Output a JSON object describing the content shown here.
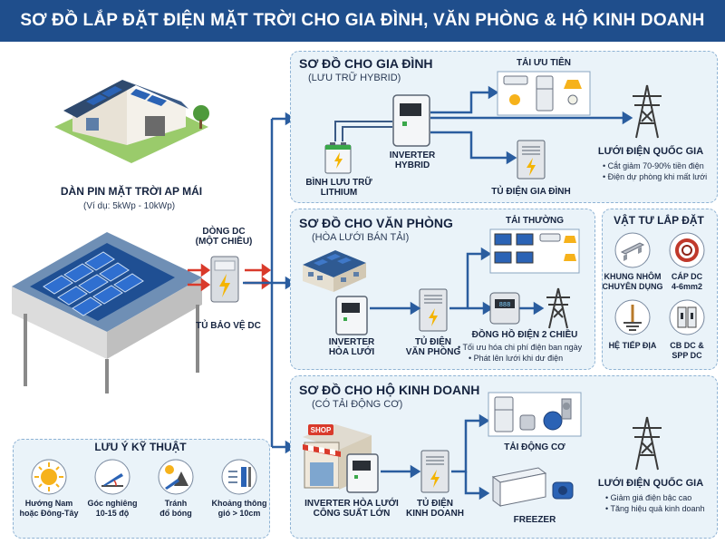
{
  "title": "SƠ ĐỒ LẮP ĐẶT ĐIỆN MẶT TRỜI CHO GIA ĐÌNH, VĂN PHÒNG & HỘ KINH DOANH",
  "left": {
    "roof_title": "DÀN PIN MẶT TRỜI AP MÁI",
    "roof_sub": "(Ví dụ: 5kWp - 10kWp)",
    "dc_line": "DÒNG DC",
    "dc_line_sub": "(MỘT CHIỀU)",
    "dc_box": "TỦ BẢO VỆ DC"
  },
  "notes": {
    "title": "LƯU Ý KỸ THUẬT",
    "items": [
      {
        "l1": "Hướng Nam",
        "l2": "hoặc Đông-Tây",
        "icon": "sun-icon"
      },
      {
        "l1": "Góc nghiêng",
        "l2": "10-15 độ",
        "icon": "tilt-icon"
      },
      {
        "l1": "Tránh",
        "l2": "đổ bóng",
        "icon": "shade-icon"
      },
      {
        "l1": "Khoảng thông",
        "l2": "gió > 10cm",
        "icon": "gap-icon"
      }
    ]
  },
  "home": {
    "title": "SƠ ĐỒ CHO GIA ĐÌNH",
    "sub": "(LƯU TRỮ HYBRID)",
    "inverter": "INVERTER HYBRID",
    "battery_l1": "BÌNH LƯU TRỮ",
    "battery_l2": "LITHIUM",
    "load": "TẢI ƯU TIÊN",
    "cabinet": "TỦ ĐIỆN GIA ĐÌNH",
    "grid": "LƯỚI ĐIỆN QUỐC GIA",
    "bullets": [
      "• Cắt giảm 70-90% tiền điện",
      "• Điện dự phòng khi mất lưới"
    ]
  },
  "office": {
    "title": "SƠ ĐỒ CHO VĂN PHÒNG",
    "sub": "(HÒA LƯỚI BÁN TẢI)",
    "load": "TẢI THƯỜNG",
    "inverter_l1": "INVERTER",
    "inverter_l2": "HÒA LƯỚI",
    "cabinet_l1": "TỦ ĐIỆN",
    "cabinet_l2": "VĂN PHÒNG",
    "meter": "ĐỒNG HỒ ĐIỆN 2 CHIỀU",
    "bullets": [
      "• Tối ưu hóa chi phí điện ban ngày",
      "• Phát lên lưới khi dư điện"
    ]
  },
  "materials": {
    "title": "VẬT TƯ LẮP ĐẶT",
    "items": [
      {
        "l1": "KHUNG NHÔM",
        "l2": "CHUYÊN DỤNG",
        "icon": "rail-icon"
      },
      {
        "l1": "CÁP DC",
        "l2": "4-6mm2",
        "icon": "cable-icon"
      },
      {
        "l1": "HỆ TIẾP ĐỊA",
        "l2": "",
        "icon": "ground-icon"
      },
      {
        "l1": "CB DC &",
        "l2": "SPP DC",
        "icon": "breaker-icon"
      }
    ]
  },
  "business": {
    "title": "SƠ ĐỒ CHO HỘ KINH DOANH",
    "sub": "(CÓ TẢI ĐỘNG CƠ)",
    "shop_sign": "SHOP",
    "inverter_l1": "INVERTER HÒA LƯỚI",
    "inverter_l2": "CÔNG SUẤT LỚN",
    "cabinet_l1": "TỦ ĐIỆN",
    "cabinet_l2": "KINH DOANH",
    "load": "TẢI ĐỘNG CƠ",
    "freezer": "FREEZER",
    "grid": "LƯỚI ĐIỆN QUỐC GIA",
    "bullets": [
      "• Giảm giá điện bậc cao",
      "• Tăng hiệu quả kinh doanh"
    ]
  },
  "colors": {
    "banner": "#1f4e8c",
    "panel": "#eaf3f9",
    "arrow": "#2a5d9f",
    "red_arrow": "#d93a2b"
  }
}
